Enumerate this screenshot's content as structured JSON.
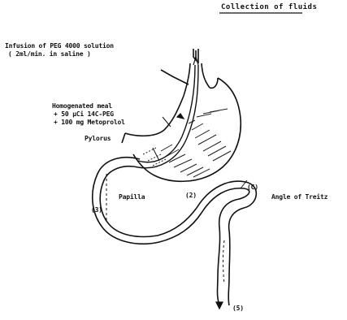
{
  "figure": {
    "title": "Collection of fluids",
    "labels": {
      "infusion_line1": "Infusion of PEG 4000 solution",
      "infusion_line2": "( 2ml/min. in saline )",
      "meal_line1": "Homogenated meal",
      "meal_line2": "+ 50 μCi 14C-PEG",
      "meal_line3": "+ 100 mg Metoprolol",
      "pylorus": "Pylorus",
      "papilla": "Papilla",
      "marker_2": "(2)",
      "marker_3": "(3)",
      "marker_c": "(C)",
      "angle_of_treitz": "Angle of Treitz",
      "marker_5": "(5)"
    }
  }
}
